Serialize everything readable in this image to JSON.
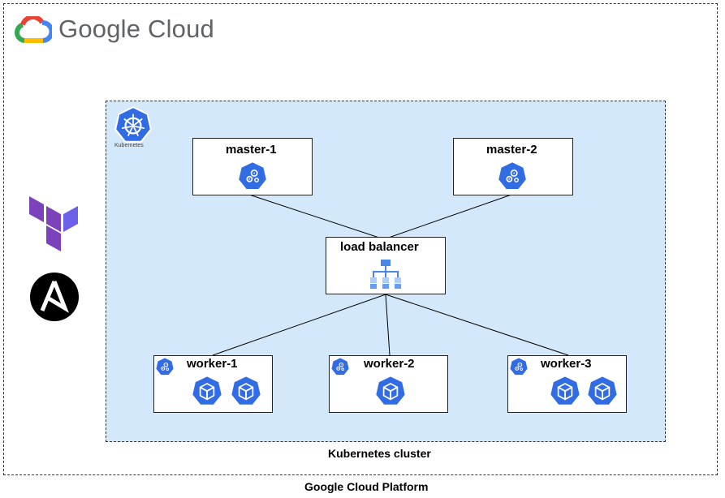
{
  "brand": {
    "name": "Google Cloud"
  },
  "kubernetes_logo_caption": "Kubernetes",
  "nodes": {
    "master1": "master-1",
    "master2": "master-2",
    "load_balancer": "load balancer",
    "worker1": "worker-1",
    "worker2": "worker-2",
    "worker3": "worker-3"
  },
  "captions": {
    "cluster": "Kubernetes cluster",
    "platform": "Google Cloud Platform"
  },
  "icons": {
    "google_cloud": "google-cloud-logo-icon",
    "kubernetes": "kubernetes-logo-icon",
    "terraform": "terraform-logo-icon",
    "ansible": "ansible-logo-icon",
    "control_plane": "control-plane-icon",
    "load_balancer": "load-balancer-icon",
    "node": "node-icon",
    "pod": "pod-icon"
  },
  "colors": {
    "kubernetes_blue": "#326ce5",
    "cluster_fill": "#d3e8fb",
    "terraform_purple": "#7b42bc",
    "load_balancer_blue": "#4a86e8",
    "google_text": "#5f6368"
  }
}
